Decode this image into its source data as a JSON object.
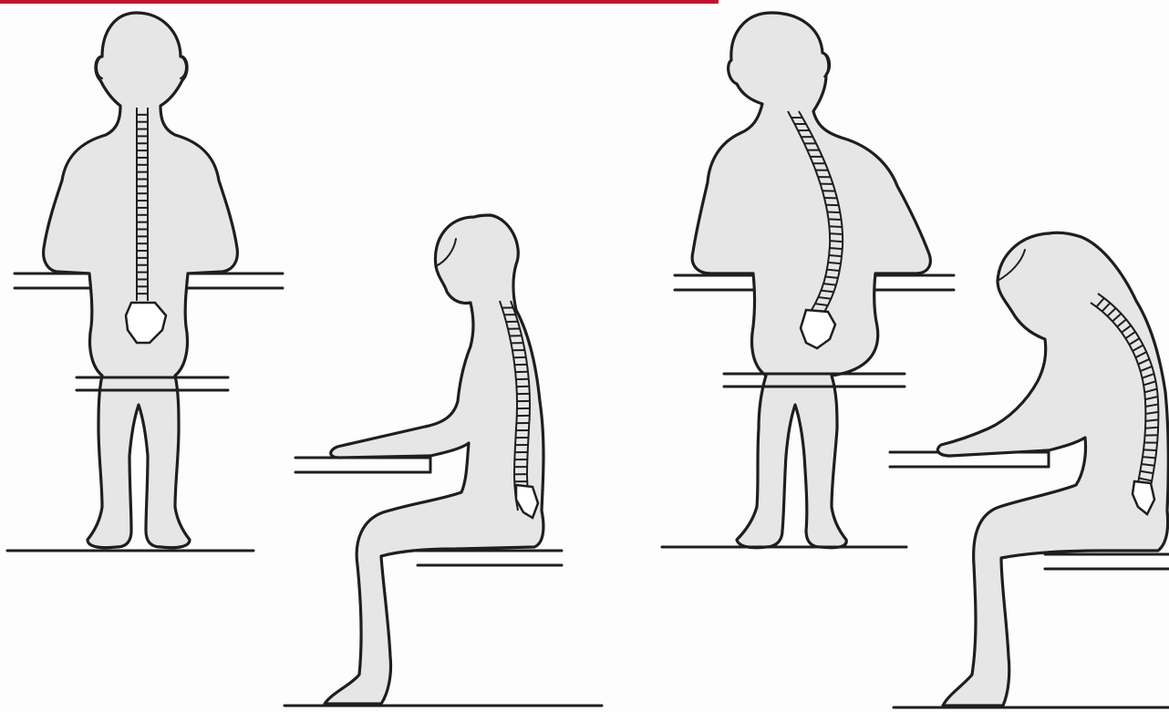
{
  "colors": {
    "accent_bar": "#c8102e",
    "ink": "#1e1e1e",
    "body_fill": "#e6e6e6",
    "background": "#fdfdfd"
  },
  "panels": [
    {
      "id": "correct-posture-back",
      "view": "back",
      "posture": "correct"
    },
    {
      "id": "correct-posture-side",
      "view": "side",
      "posture": "correct"
    },
    {
      "id": "incorrect-posture-back",
      "view": "back",
      "posture": "incorrect"
    },
    {
      "id": "incorrect-posture-side",
      "view": "side",
      "posture": "incorrect"
    }
  ]
}
